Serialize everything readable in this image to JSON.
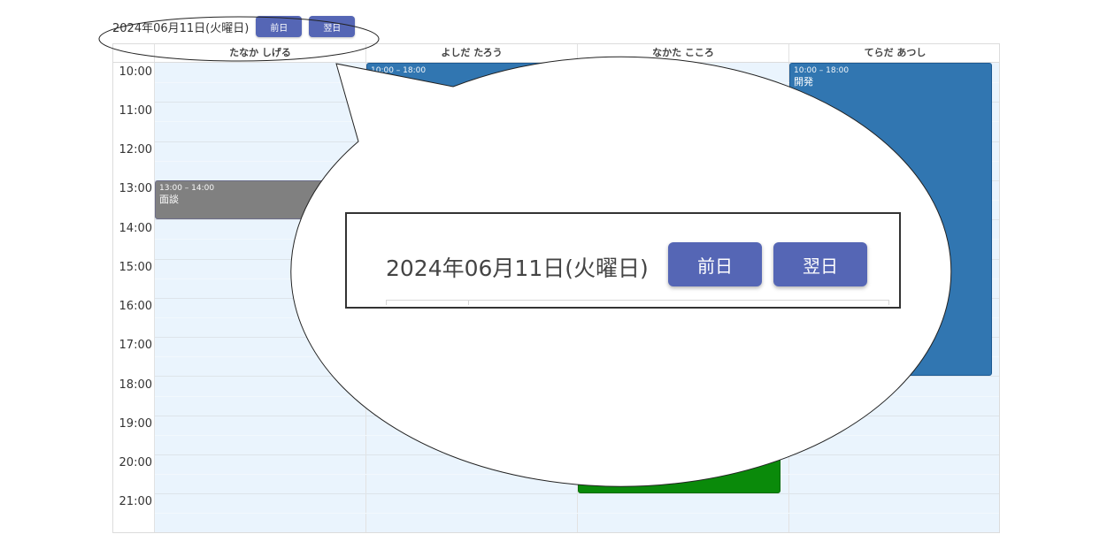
{
  "header": {
    "date": "2024年06月11日(火曜日)",
    "prev_label": "前日",
    "next_label": "翌日"
  },
  "columns": [
    "たなか しげる",
    "よしだ たろう",
    "なかた こころ",
    "てらだ あつし"
  ],
  "hours": [
    "10:00",
    "11:00",
    "12:00",
    "13:00",
    "14:00",
    "15:00",
    "16:00",
    "17:00",
    "18:00",
    "19:00",
    "20:00",
    "21:00"
  ],
  "events": [
    {
      "time": "13:00 – 14:00",
      "title": "面談",
      "color": "#808080"
    },
    {
      "time": "10:00 – 18:00",
      "title": "",
      "color": "#3176b1"
    },
    {
      "time": "",
      "title": "",
      "color": "#0a8a0a"
    },
    {
      "time": "10:00 – 18:00",
      "title": "開発",
      "color": "#3176b1"
    }
  ],
  "zoom": {
    "date": "2024年06月11日(火曜日)",
    "prev_label": "前日",
    "next_label": "翌日"
  }
}
